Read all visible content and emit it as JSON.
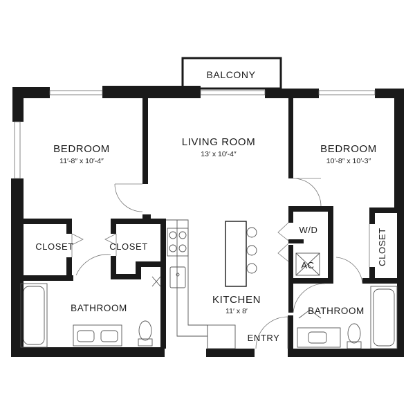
{
  "rooms": {
    "balcony": "BALCONY",
    "living_room": "LIVING ROOM",
    "living_room_dim": "13′ x 10′-4″",
    "bedroom_left": "BEDROOM",
    "bedroom_left_dim": "11′-8″ x 10′-4″",
    "bedroom_right": "BEDROOM",
    "bedroom_right_dim": "10′-8″ x 10′-3″",
    "closet_1": "CLOSET",
    "closet_2": "CLOSET",
    "closet_3": "CLOSET",
    "wd": "W/D",
    "ac": "AC",
    "bathroom_left": "BATHROOM",
    "bathroom_right": "BATHROOM",
    "kitchen": "KITCHEN",
    "kitchen_dim": "11′ x 8′",
    "entry": "ENTRY"
  },
  "colors": {
    "wall": "#1a1a1a",
    "background": "#ffffff"
  }
}
